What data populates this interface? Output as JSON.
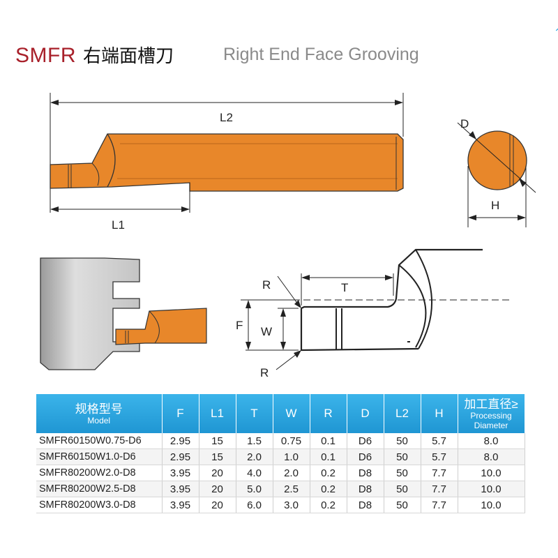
{
  "title": {
    "code": "SMFR",
    "name_cn": "右端面槽刀",
    "name_en": "Right End Face Grooving"
  },
  "drawing_labels": {
    "L2": "L2",
    "L1": "L1",
    "D": "D",
    "H": "H",
    "R_top": "R",
    "R_bottom": "R",
    "T": "T",
    "F": "F",
    "W": "W"
  },
  "colors": {
    "tool_orange": "#e8872a",
    "header_blue": "#2aa7e0",
    "title_red": "#a8202a",
    "workpiece_gray": "#cfcfcf"
  },
  "table": {
    "headers": [
      {
        "cn": "规格型号",
        "en": "Model"
      },
      {
        "label": "F"
      },
      {
        "label": "L1"
      },
      {
        "label": "T"
      },
      {
        "label": "W"
      },
      {
        "label": "R"
      },
      {
        "label": "D"
      },
      {
        "label": "L2"
      },
      {
        "label": "H"
      },
      {
        "cn": "加工直径≥",
        "en": "Processing Diameter"
      }
    ],
    "rows": [
      [
        "SMFR60150W0.75-D6",
        "2.95",
        "15",
        "1.5",
        "0.75",
        "0.1",
        "D6",
        "50",
        "5.7",
        "8.0"
      ],
      [
        "SMFR60150W1.0-D6",
        "2.95",
        "15",
        "2.0",
        "1.0",
        "0.1",
        "D6",
        "50",
        "5.7",
        "8.0"
      ],
      [
        "SMFR80200W2.0-D8",
        "3.95",
        "20",
        "4.0",
        "2.0",
        "0.2",
        "D8",
        "50",
        "7.7",
        "10.0"
      ],
      [
        "SMFR80200W2.5-D8",
        "3.95",
        "20",
        "5.0",
        "2.5",
        "0.2",
        "D8",
        "50",
        "7.7",
        "10.0"
      ],
      [
        "SMFR80200W3.0-D8",
        "3.95",
        "20",
        "6.0",
        "3.0",
        "0.2",
        "D8",
        "50",
        "7.7",
        "10.0"
      ]
    ]
  }
}
